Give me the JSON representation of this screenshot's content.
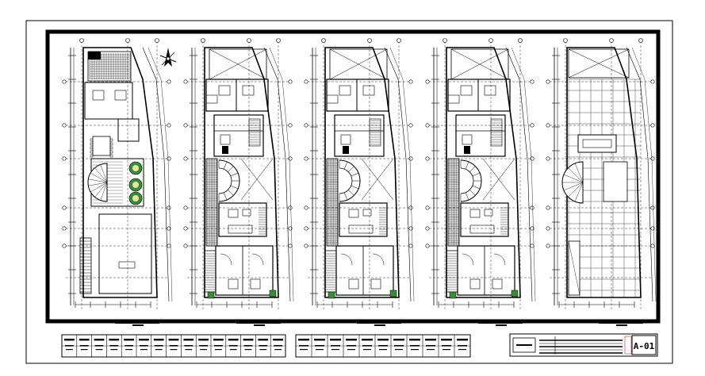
{
  "sheet": {
    "code": "A-01"
  },
  "floor_plans": [
    {
      "id": "plan-1",
      "type": "ground-floor"
    },
    {
      "id": "plan-2",
      "type": "typical-floor"
    },
    {
      "id": "plan-3",
      "type": "typical-floor"
    },
    {
      "id": "plan-4",
      "type": "typical-floor"
    },
    {
      "id": "plan-5",
      "type": "roof"
    }
  ],
  "icons": {
    "north_arrow": "north-arrow-icon"
  },
  "colors": {
    "linework": "#000000",
    "paper": "#ffffff",
    "vegetation": "#3a8a3a",
    "title_accent": "#d06060"
  }
}
